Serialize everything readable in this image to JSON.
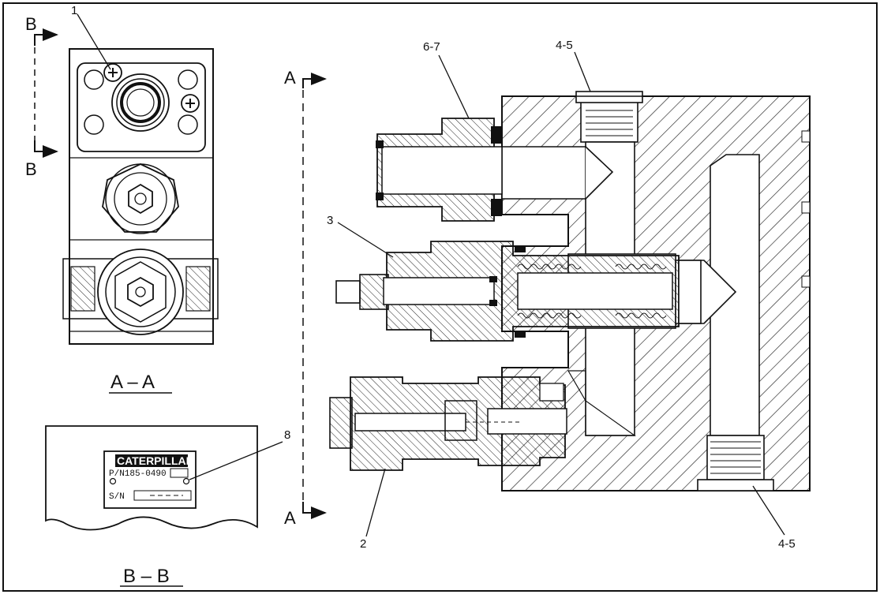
{
  "callouts": {
    "c1": "1",
    "c2": "2",
    "c3": "3",
    "c67": "6-7",
    "c45_top": "4-5",
    "c45_bottom": "4-5",
    "c8": "8"
  },
  "section_marks": {
    "b_top": "B",
    "b_bottom": "B",
    "a_top": "A",
    "a_bottom": "A"
  },
  "views": {
    "aa": "A – A",
    "bb": "B – B"
  },
  "nameplate": {
    "brand": "CATERPILLAR",
    "part_number": "P/N185-0490",
    "serial_label": "S/N"
  }
}
